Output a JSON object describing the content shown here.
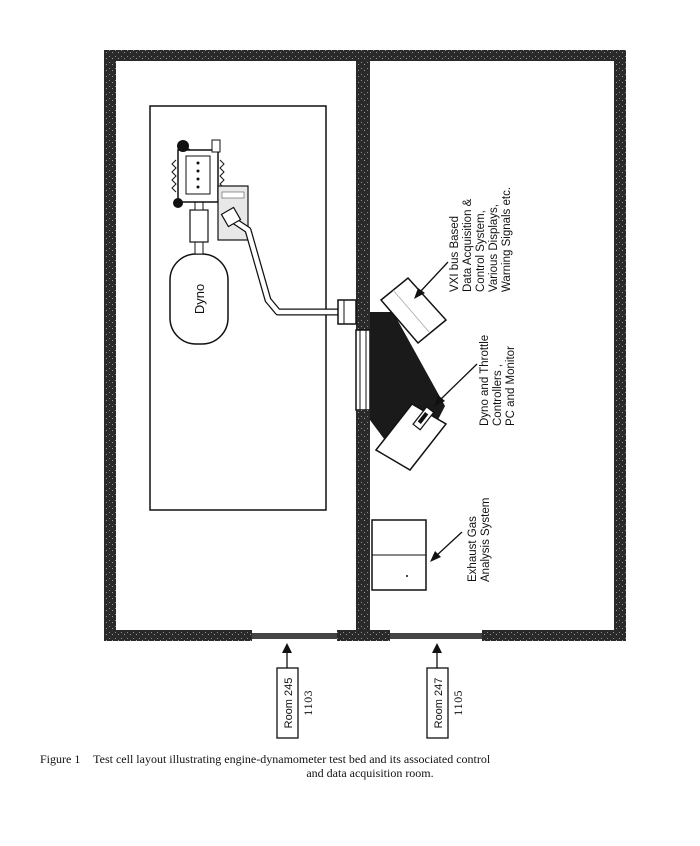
{
  "labels": {
    "dyno": "Dyno",
    "vxi": [
      "VXI bus Based",
      "Data Acquisition &",
      "Control System,",
      "Various Displays,",
      "Warning Signals etc."
    ],
    "controllers": [
      "Dyno and Throttle",
      "Controllers ,",
      "PC and Monitor"
    ],
    "exhaust": [
      "Exhaust Gas",
      "Analysis System"
    ],
    "room_left": "Room 245",
    "room_left_num": "1103",
    "room_right": "Room 247",
    "room_right_num": "1105"
  },
  "caption": {
    "figure": "Figure 1",
    "line1": "Test cell layout illustrating engine-dynamometer test bed and its associated control",
    "line2": "and data acquisition room."
  }
}
